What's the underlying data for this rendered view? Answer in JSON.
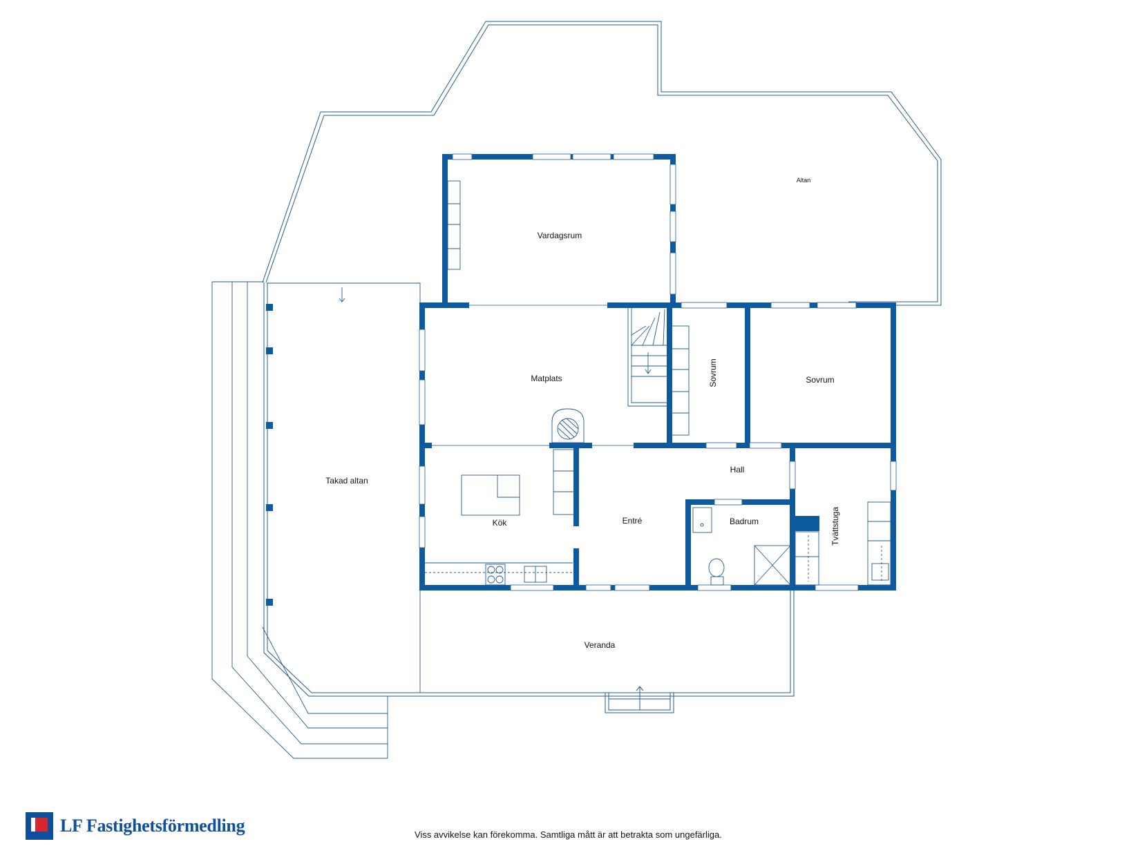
{
  "colors": {
    "wall": "#0e5aa0",
    "thin_line": "#235a8c",
    "brand": "#0e4f9e",
    "logo_red": "#d7262e"
  },
  "rooms": {
    "vardagsrum": "Vardagsrum",
    "altan": "Altan",
    "matplats": "Matplats",
    "sovrum_small": "Sovrum",
    "sovrum_large": "Sovrum",
    "takad_altan": "Takad altan",
    "hall": "Hall",
    "kok": "Kök",
    "entre": "Entré",
    "badrum": "Badrum",
    "tvattstuga": "Tvättstuga",
    "veranda": "Veranda"
  },
  "footer": {
    "brand_name": "LF Fastighetsförmedling",
    "disclaimer": "Viss avvikelse kan förekomma. Samtliga mått är att betrakta som ungefärliga."
  }
}
